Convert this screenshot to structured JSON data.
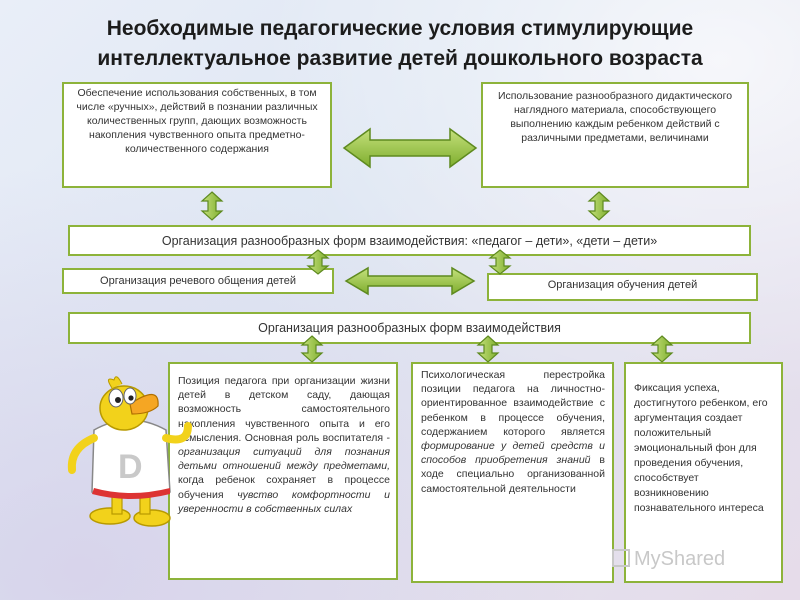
{
  "title_line1": "Необходимые педагогические условия стимулирующие",
  "title_line2": "интеллектуальное развитие детей дошкольного возраста",
  "top_left": "Обеспечение использования собственных, в том числе «ручных», действий в познании различных количественных групп, дающих возможность накопления чувственного опыта предметно-количественного содержания",
  "top_right": "Использование разнообразного дидактического наглядного материала, способствующего выполнению каждым ребенком действий с различными предметами, величинами",
  "bar1": "Организация разнообразных форм взаимодействия: «педагог – дети», «дети – дети»",
  "left_small": "Организация речевого общения детей",
  "right_small": "Организация обучения детей",
  "bar2": "Организация разнообразных форм взаимодействия",
  "col1": {
    "p1": "Позиция педагога при организации жизни детей в детском саду, дающая возможность самостоятельного накопления чувственного опыта и его осмысления. Основная роль воспитателя -",
    "i1": "организация ситуаций для познания детьми отношений между предметами,",
    "p2": "когда ребенок сохраняет в процессе обучения",
    "i2": "чувство комфортности и уверенности в собственных силах"
  },
  "col2": {
    "p1": "Психологическая перестройка позиции педагога на личностно-ориентированное взаимодействие с ребенком в процессе обучения, содержанием которого является",
    "i1": "формирование у детей средств и способов приобретения знаний",
    "p2": "в ходе специально организованной самостоятельной деятельности"
  },
  "col3": "Фиксация успеха, достигнутого ребенком, его аргументация создает положительный эмоциональный фон для проведения обучения, способствует возникновению познавательного интереса",
  "watermark": "MyShared",
  "colors": {
    "border": "#8db33a",
    "arrow_fill": "#9bc34a",
    "arrow_stroke": "#5e8a1f"
  },
  "icons": [
    "double-arrow-horizontal-icon",
    "double-arrow-vertical-icon",
    "mascot-illustration",
    "watermark-icon"
  ]
}
